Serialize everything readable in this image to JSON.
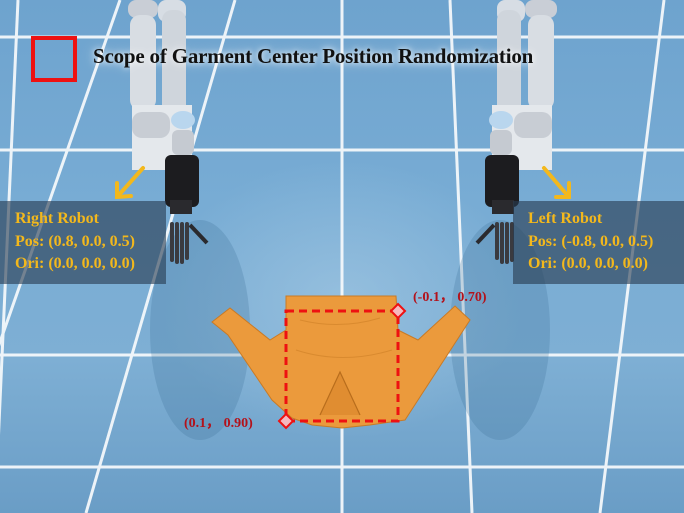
{
  "figure": {
    "title": "Scope of Garment Center Position Randomization",
    "legend": {
      "swatch_color": "#ee1111",
      "label": "Scope of Garment Center Position Randomization"
    }
  },
  "robots": {
    "right": {
      "name": "Right Robot",
      "pos": "Pos: (0.8, 0.0, 0.5)",
      "ori": "Ori: (0.0, 0.0, 0.0)"
    },
    "left": {
      "name": "Left Robot",
      "pos": "Pos: (-0.8, 0.0, 0.5)",
      "ori": "Ori: (0.0, 0.0, 0.0)"
    }
  },
  "randomization_region": {
    "corner_top_right": "(-0.1， 0.70)",
    "corner_bottom_left": "(0.1， 0.90)",
    "border_color": "#ee1111",
    "label_color": "#b3121b"
  },
  "colors": {
    "floor": "#78acd4",
    "grid_line": "#f4f8fb",
    "panel_bg": "rgba(40,60,80,0.62)",
    "panel_text": "#f3b81c",
    "arrow": "#f3b81c",
    "garment": "#eb9a3c"
  }
}
